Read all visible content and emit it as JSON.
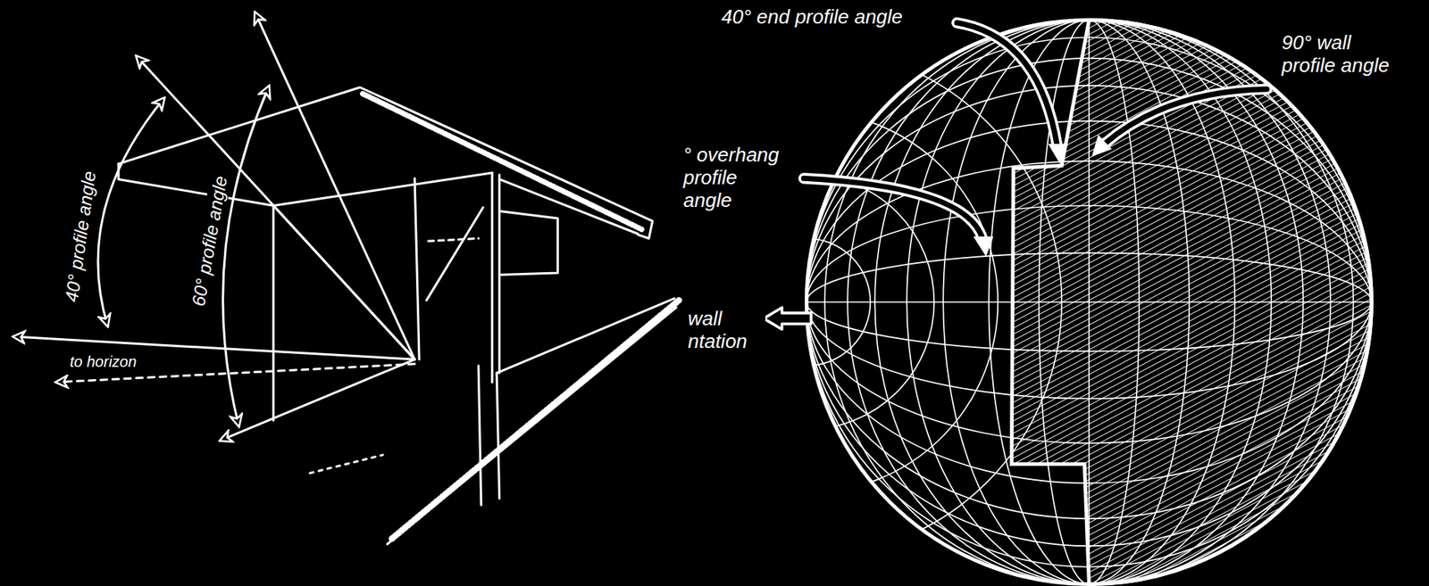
{
  "diagram": {
    "labels": [
      "40° profile angle",
      "60° profile angle",
      "to horizon",
      "40° end profile angle",
      "90° wall profile angle",
      "° overhang profile angle",
      "wall ntation"
    ]
  }
}
